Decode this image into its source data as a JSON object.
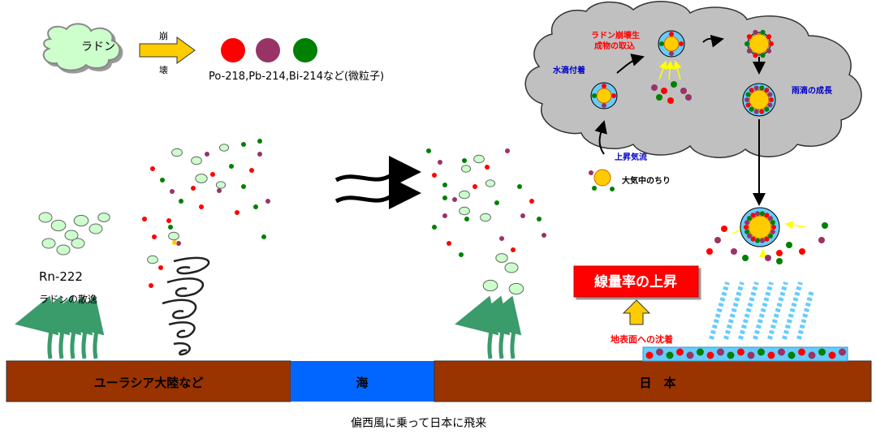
{
  "legend": {
    "radon": "ラドン",
    "decay_line1": "崩",
    "decay_line2": "壊",
    "progeny": "Po-218,Pb-214,Bi-214など(微粒子)",
    "colors": [
      "#ff0000",
      "#993366",
      "#008000"
    ]
  },
  "ground": {
    "eurasia": "ユーラシア大陸など",
    "sea": "海",
    "japan": "日　本",
    "land_color": "#993300",
    "sea_color": "#0066ff"
  },
  "labels": {
    "rn222": "Rn-222",
    "radon_escape": "ラドンの散逸",
    "westerlies": "偏西風に乗って日本に飛来",
    "dose_rate_rise": "線量率の上昇",
    "deposition": "地表面への沈着",
    "updraft": "上昇気流",
    "dust": "大気中のちり",
    "water_attach": "水滴付着",
    "uptake_line1": "ラドン崩壊生",
    "uptake_line2": "成物の取込",
    "raindrop_growth": "雨滴の成長"
  }
}
